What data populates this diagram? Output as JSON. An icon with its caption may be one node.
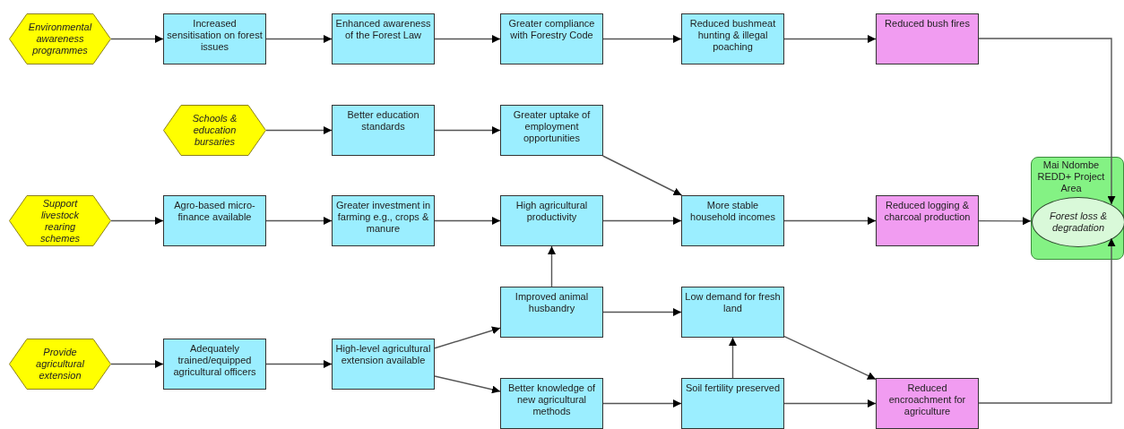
{
  "diagram": {
    "nodes": [
      {
        "text": [
          "Environmental awareness programmes"
        ]
      },
      {
        "text": [
          "Increased sensitisation on forest issues"
        ]
      },
      {
        "text": [
          "Enhanced awareness of the Forest Law"
        ]
      },
      {
        "text": [
          "Greater compliance with Forestry Code"
        ]
      },
      {
        "text": [
          "Reduced bushmeat hunting & illegal poaching"
        ]
      },
      {
        "text": [
          "Reduced bush fires"
        ]
      },
      {
        "text": [
          "Schools & education bursaries"
        ]
      },
      {
        "text": [
          "Better education standards"
        ]
      },
      {
        "text": [
          "Greater uptake of employment opportunities"
        ]
      },
      {
        "text": [
          "Support livestock rearing schemes"
        ]
      },
      {
        "text": [
          "Agro-based micro-finance available"
        ]
      },
      {
        "text": [
          "Greater investment in farming e.g., crops & manure"
        ]
      },
      {
        "text": [
          "High agricultural productivity"
        ]
      },
      {
        "text": [
          "More stable household incomes"
        ]
      },
      {
        "text": [
          "Reduced logging & charcoal production"
        ]
      },
      {
        "text": [
          "Mai Ndombe REDD+ Project Area"
        ]
      },
      {
        "text": [
          "Forest loss & degradation"
        ],
        "in": 15
      },
      {
        "text": [
          "Improved animal husbandry"
        ]
      },
      {
        "text": [
          "Low demand for fresh land"
        ]
      },
      {
        "text": [
          "Provide agricultural extension"
        ]
      },
      {
        "text": [
          "Adequately trained/equipped agricultural officers"
        ]
      },
      {
        "text": [
          "High-level agricultural extension available"
        ]
      },
      {
        "text": [
          "Better knowledge of new agricultural methods"
        ]
      },
      {
        "text": [
          "Soil fertility preserved"
        ]
      },
      {
        "text": [
          "Reduced encroachment for agriculture"
        ]
      }
    ],
    "edges": [
      {
        "from": 0,
        "to": 1,
        "arrow": "to"
      },
      {
        "from": 1,
        "to": 2,
        "arrow": "to"
      },
      {
        "from": 2,
        "to": 3,
        "arrow": "to"
      },
      {
        "from": 3,
        "to": 4,
        "arrow": "to"
      },
      {
        "from": 4,
        "to": 5,
        "arrow": "to"
      },
      {
        "from": 5,
        "to": 16,
        "arrow": "to"
      },
      {
        "from": 6,
        "to": 7,
        "arrow": "to"
      },
      {
        "from": 7,
        "to": 8,
        "arrow": "to"
      },
      {
        "from": 8,
        "to": 13,
        "arrow": "to"
      },
      {
        "from": 9,
        "to": 10,
        "arrow": "to"
      },
      {
        "from": 10,
        "to": 11,
        "arrow": "to"
      },
      {
        "from": 11,
        "to": 12,
        "arrow": "to"
      },
      {
        "from": 12,
        "to": 13,
        "arrow": "to"
      },
      {
        "from": 13,
        "to": 14,
        "arrow": "to"
      },
      {
        "from": 14,
        "to": 16,
        "arrow": "to"
      },
      {
        "from": 17,
        "to": 12,
        "arrow": "to"
      },
      {
        "from": 17,
        "to": 18,
        "arrow": "to"
      },
      {
        "from": 19,
        "to": 20,
        "arrow": "to"
      },
      {
        "from": 20,
        "to": 21,
        "arrow": "to"
      },
      {
        "from": 21,
        "to": 17,
        "arrow": "to"
      },
      {
        "from": 21,
        "to": 22,
        "arrow": "to"
      },
      {
        "from": 22,
        "to": 23,
        "arrow": "to"
      },
      {
        "from": 23,
        "to": 18,
        "arrow": "to"
      },
      {
        "from": 18,
        "to": 24,
        "arrow": "to"
      },
      {
        "from": 23,
        "to": 24,
        "arrow": "to"
      },
      {
        "from": 24,
        "to": 16,
        "arrow": "to"
      }
    ]
  }
}
